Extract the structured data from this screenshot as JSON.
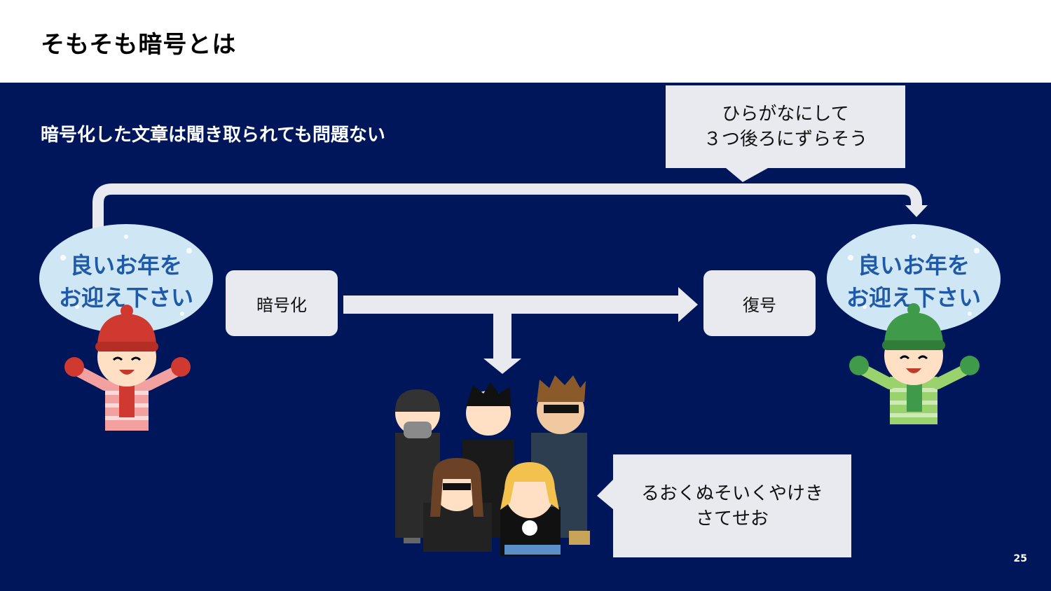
{
  "title": "そもそも暗号とは",
  "subtitle": "暗号化した文章は聞き取られても問題ない",
  "encrypt_label": "暗号化",
  "decrypt_label": "復号",
  "plan_bubble": {
    "line1": "ひらがなにして",
    "line2": "３つ後ろにずらそう"
  },
  "cipher_bubble": {
    "line1": "るおくぬそいくやけき",
    "line2": "さてせお"
  },
  "greeting_sign": {
    "line1": "良いお年を",
    "line2": "お迎え下さい"
  },
  "page_number": "25",
  "colors": {
    "background": "#00165a",
    "box": "#e8eaef",
    "arrow": "#e8eaef"
  }
}
